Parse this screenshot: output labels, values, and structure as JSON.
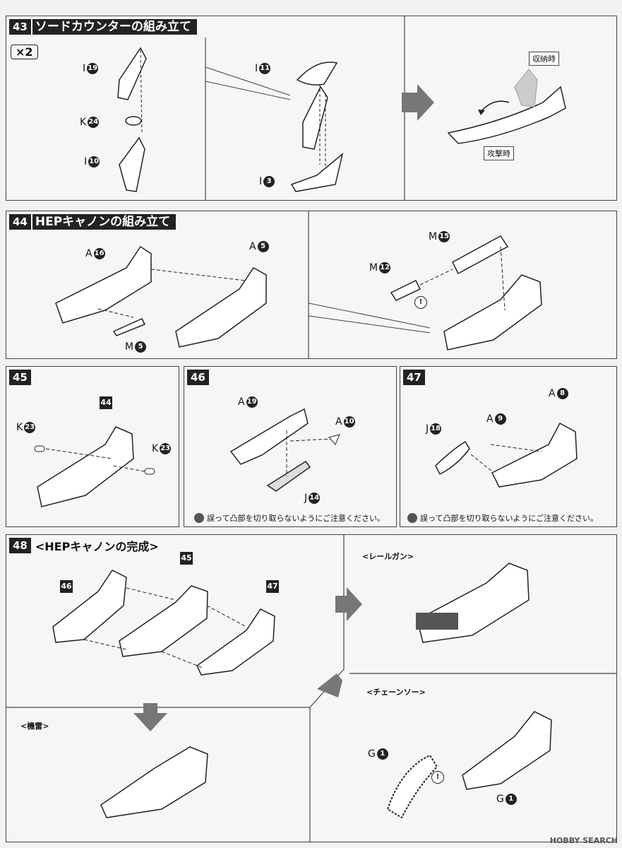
{
  "step43": {
    "num": "43",
    "title": "ソードカウンターの組み立て",
    "multiplier": "×2",
    "labels": [
      {
        "letter": "I",
        "num": "19"
      },
      {
        "letter": "K",
        "num": "24"
      },
      {
        "letter": "I",
        "num": "10"
      },
      {
        "letter": "I",
        "num": "11"
      },
      {
        "letter": "I",
        "num": "3"
      }
    ],
    "state_stowed": "収納時",
    "state_attack": "攻撃時"
  },
  "step44": {
    "num": "44",
    "title": "HEPキャノンの組み立て",
    "labels": [
      {
        "letter": "A",
        "num": "16"
      },
      {
        "letter": "A",
        "num": "5"
      },
      {
        "letter": "M",
        "num": "5"
      },
      {
        "letter": "M",
        "num": "15"
      },
      {
        "letter": "M",
        "num": "12"
      }
    ]
  },
  "step45": {
    "num": "45",
    "ref": "44",
    "labels": [
      {
        "letter": "K",
        "num": "23"
      },
      {
        "letter": "K",
        "num": "23"
      }
    ]
  },
  "step46": {
    "num": "46",
    "labels": [
      {
        "letter": "A",
        "num": "19"
      },
      {
        "letter": "A",
        "num": "10"
      },
      {
        "letter": "J",
        "num": "14"
      }
    ],
    "note": "誤って凸部を切り取らないようにご注意ください。"
  },
  "step47": {
    "num": "47",
    "labels": [
      {
        "letter": "J",
        "num": "18"
      },
      {
        "letter": "A",
        "num": "9"
      },
      {
        "letter": "A",
        "num": "8"
      }
    ],
    "note": "誤って凸部を切り取らないようにご注意ください。"
  },
  "step48": {
    "num": "48",
    "title": "<HEPキャノンの完成>",
    "refs": [
      "46",
      "45",
      "47"
    ],
    "mode_railgun": "<レールガン>",
    "mode_chainsaw": "<チェーンソー>",
    "mode_mine": "<機雷>",
    "labels": [
      {
        "letter": "G",
        "num": "1"
      },
      {
        "letter": "G",
        "num": "1"
      }
    ]
  },
  "warning_symbol": "!",
  "watermark": "HOBBY SEARCH"
}
